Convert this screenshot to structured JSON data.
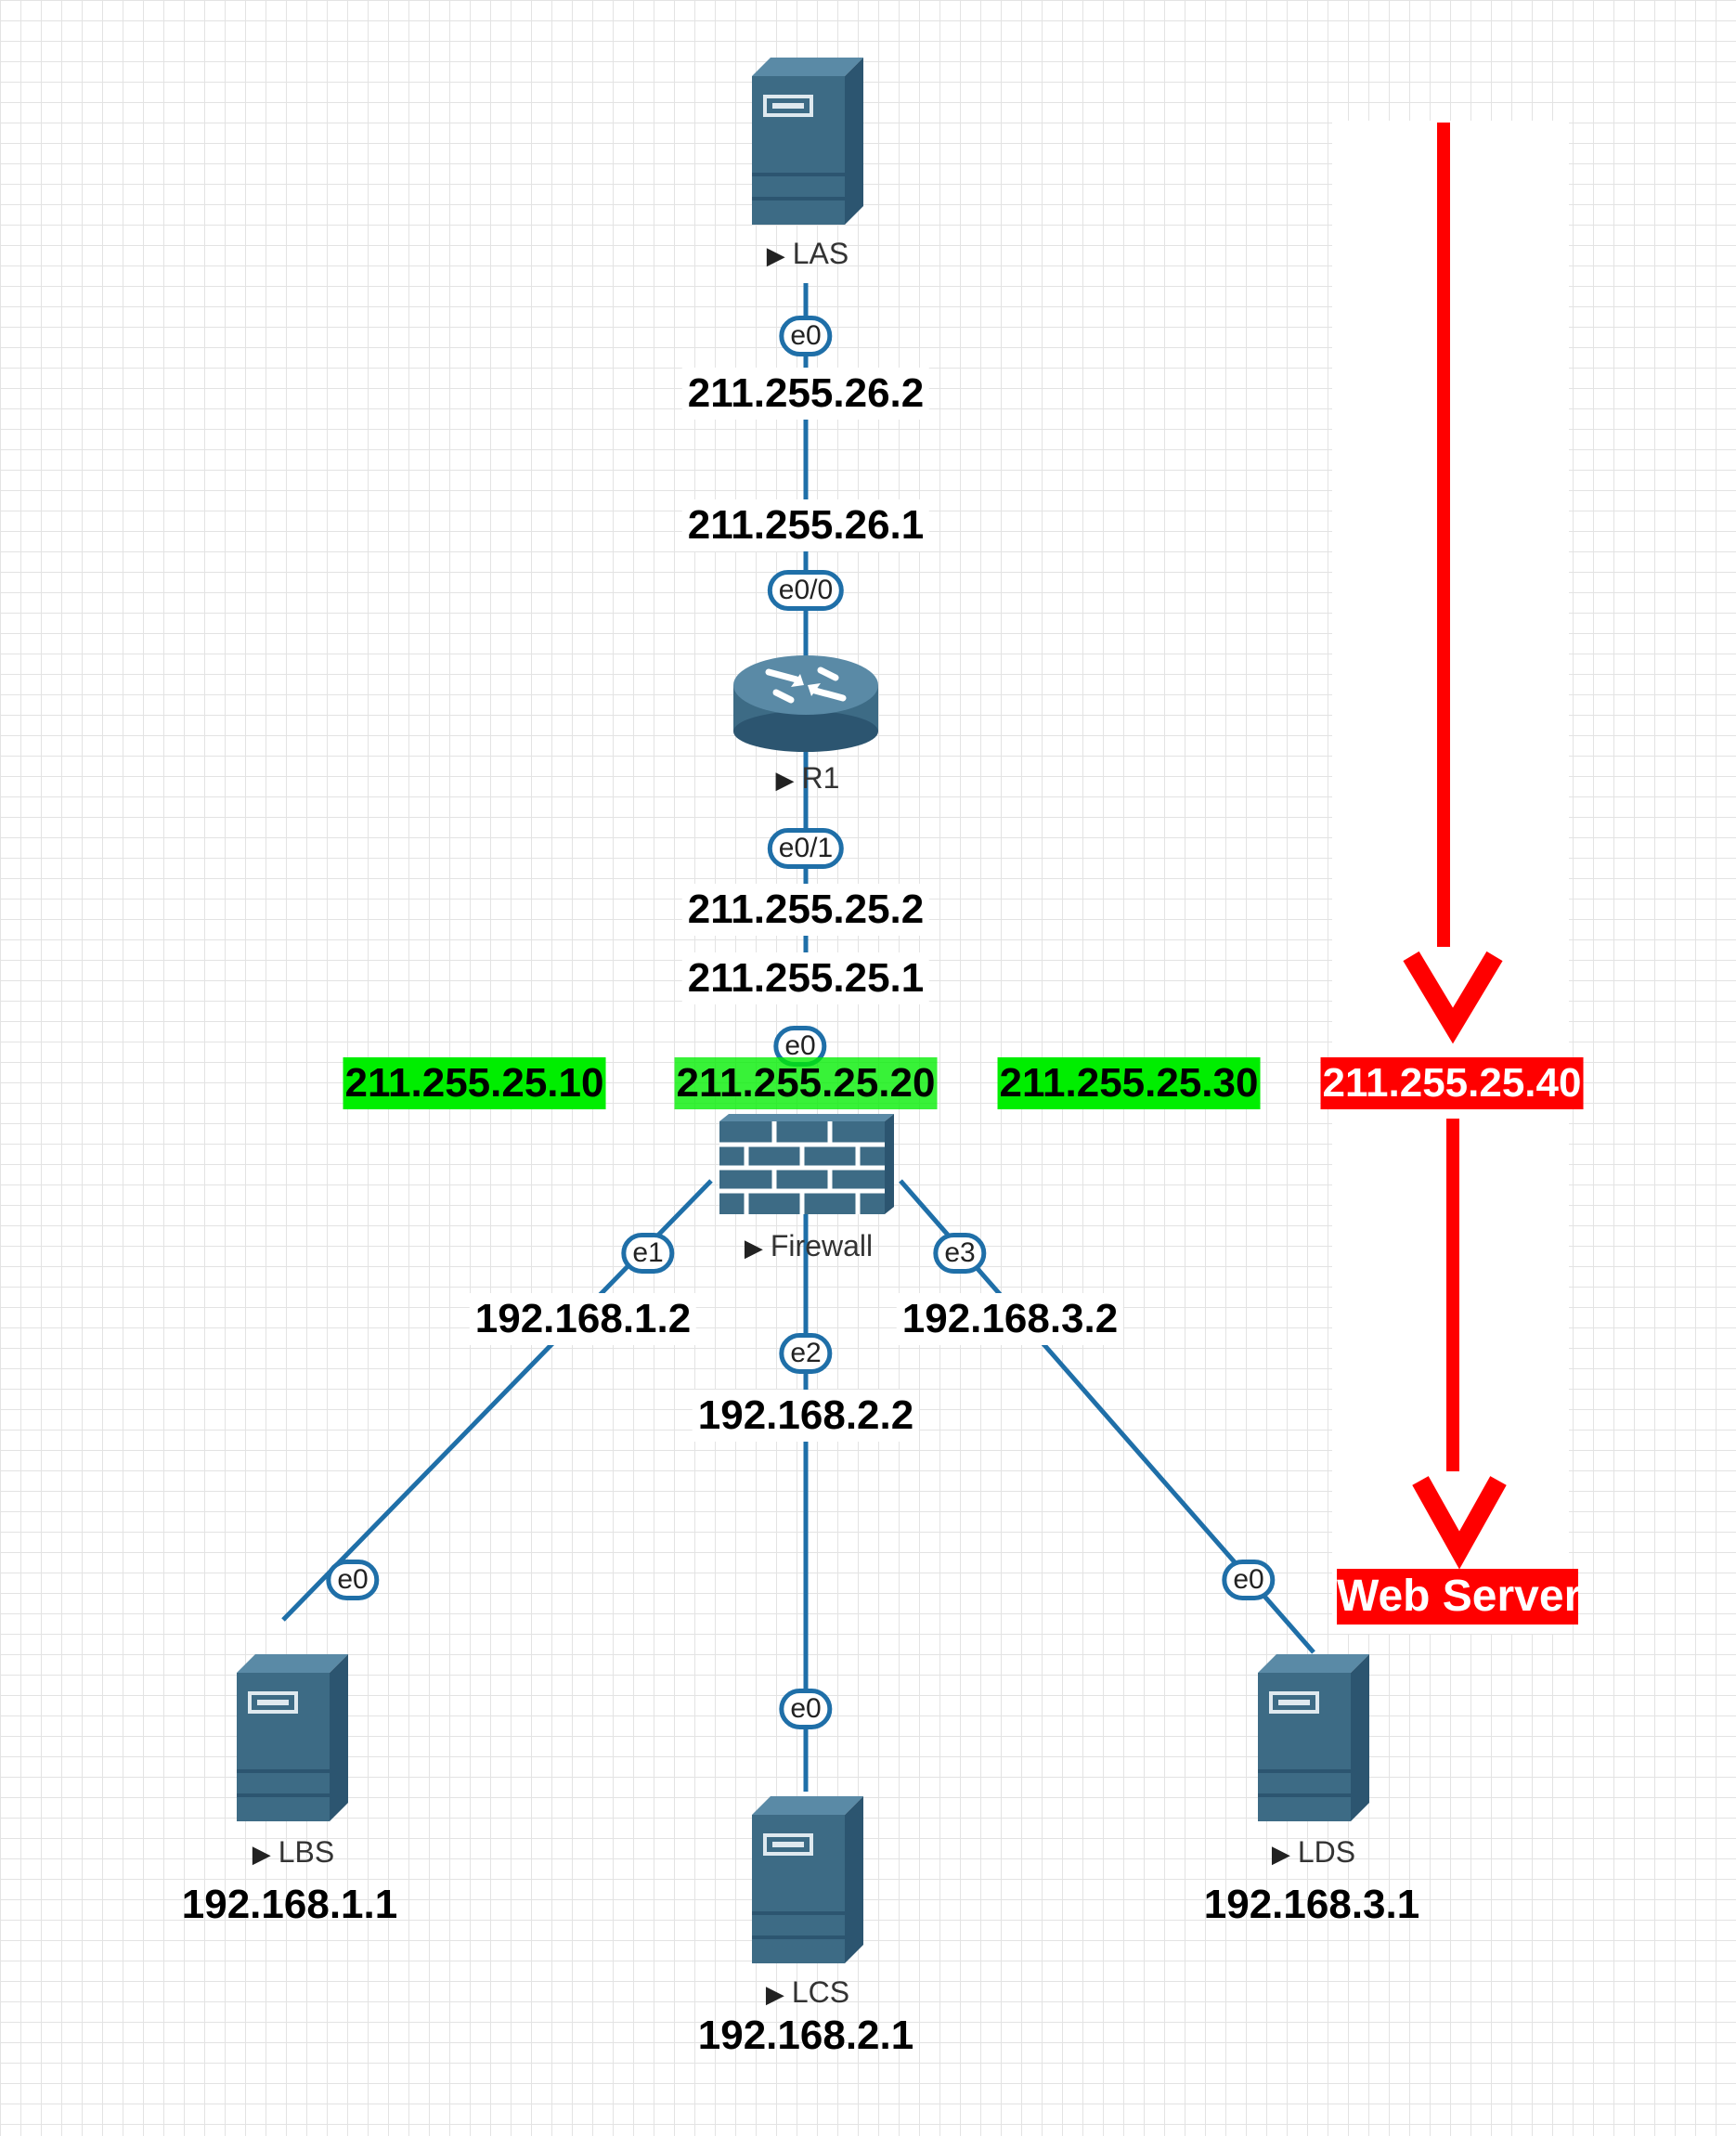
{
  "nodes": {
    "las": {
      "name": "LAS"
    },
    "r1": {
      "name": "R1"
    },
    "firewall": {
      "name": "Firewall"
    },
    "lbs": {
      "name": "LBS",
      "ip": "192.168.1.1"
    },
    "lcs": {
      "name": "LCS",
      "ip": "192.168.2.1"
    },
    "lds": {
      "name": "LDS",
      "ip": "192.168.3.1"
    }
  },
  "interfaces": {
    "las_e0": "e0",
    "r1_e00": "e0/0",
    "r1_e01": "e0/1",
    "fw_e0": "e0",
    "fw_e1": "e1",
    "fw_e2": "e2",
    "fw_e3": "e3",
    "lbs_e0": "e0",
    "lcs_e0": "e0",
    "lds_e0": "e0"
  },
  "addresses": {
    "las_e0": "211.255.26.2",
    "r1_e00": "211.255.26.1",
    "r1_e01": "211.255.25.2",
    "fw_e0": "211.255.25.1",
    "fw_e1": "192.168.1.2",
    "fw_e2": "192.168.2.2",
    "fw_e3": "192.168.3.2"
  },
  "public_ips": {
    "green": [
      "211.255.25.10",
      "211.255.25.20",
      "211.255.25.30"
    ],
    "red": "211.255.25.40"
  },
  "annotation": {
    "label": "Web Server"
  },
  "colors": {
    "link": "#1f6fa8",
    "device": "#3d6b85",
    "highlight_green": "#00ee00",
    "highlight_red": "#ff0000"
  },
  "icons": {
    "server": "server-tower-icon",
    "router": "router-icon",
    "firewall": "brick-firewall-icon",
    "arrow": "red-arrow-icon"
  }
}
